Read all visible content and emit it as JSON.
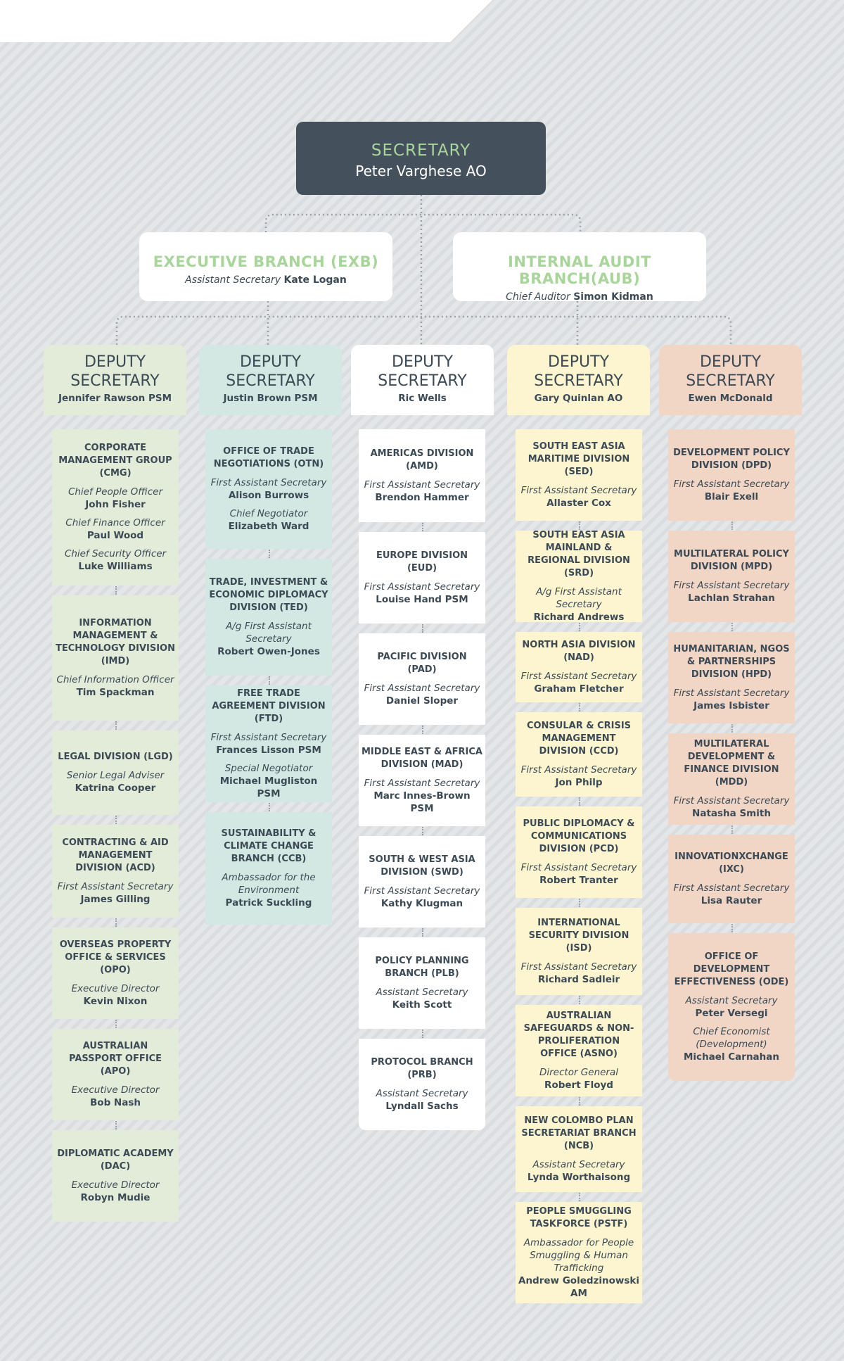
{
  "secretary": {
    "title": "SECRETARY",
    "name": "Peter Varghese AO"
  },
  "branches": [
    {
      "title": "EXECUTIVE BRANCH (EXB)",
      "role": "Assistant Secretary",
      "name": "Kate Logan"
    },
    {
      "title": "INTERNAL AUDIT BRANCH(AUB)",
      "role": "Chief Auditor",
      "name": "Simon Kidman"
    }
  ],
  "deputies": [
    {
      "title": "DEPUTY SECRETARY",
      "name": "Jennifer Rawson PSM",
      "color": "#e3ebd9"
    },
    {
      "title": "DEPUTY SECRETARY",
      "name": "Justin Brown PSM",
      "color": "#d3e8e2"
    },
    {
      "title": "DEPUTY SECRETARY",
      "name": "Ric Wells",
      "color": "#ffffff"
    },
    {
      "title": "DEPUTY SECRETARY",
      "name": "Gary Quinlan AO",
      "color": "#fcf5cf"
    },
    {
      "title": "DEPUTY SECRETARY",
      "name": "Ewen McDonald",
      "color": "#f1d6c6"
    }
  ],
  "columns": [
    [
      {
        "name": "CORPORATE MANAGEMENT GROUP (CMG)",
        "people": [
          {
            "role": "Chief People Officer",
            "person": "John Fisher"
          },
          {
            "role": "Chief Finance Officer",
            "person": "Paul Wood"
          },
          {
            "role": "Chief Security Officer",
            "person": "Luke Williams"
          }
        ]
      },
      {
        "name": "INFORMATION MANAGEMENT & TECHNOLOGY DIVISION (IMD)",
        "people": [
          {
            "role": "Chief Information Officer",
            "person": "Tim Spackman"
          }
        ]
      },
      {
        "name": "LEGAL DIVISION (LGD)",
        "people": [
          {
            "role": "Senior Legal Adviser",
            "person": "Katrina Cooper"
          }
        ]
      },
      {
        "name": "CONTRACTING & AID MANAGEMENT DIVISION (ACD)",
        "people": [
          {
            "role": "First Assistant Secretary",
            "person": "James Gilling"
          }
        ]
      },
      {
        "name": "OVERSEAS PROPERTY OFFICE & SERVICES (OPO)",
        "people": [
          {
            "role": "Executive Director",
            "person": "Kevin Nixon"
          }
        ]
      },
      {
        "name": "AUSTRALIAN PASSPORT OFFICE (APO)",
        "people": [
          {
            "role": "Executive Director",
            "person": "Bob Nash"
          }
        ]
      },
      {
        "name": "DIPLOMATIC ACADEMY (DAC)",
        "people": [
          {
            "role": "Executive Director",
            "person": "Robyn Mudie"
          }
        ]
      }
    ],
    [
      {
        "name": "OFFICE OF TRADE NEGOTIATIONS (OTN)",
        "people": [
          {
            "role": "First Assistant Secretary",
            "person": "Alison Burrows"
          },
          {
            "role": "Chief Negotiator",
            "person": "Elizabeth Ward"
          }
        ]
      },
      {
        "name": "TRADE, INVESTMENT & ECONOMIC DIPLOMACY DIVISION (TED)",
        "people": [
          {
            "role": "A/g First Assistant Secretary",
            "person": "Robert Owen-Jones"
          }
        ]
      },
      {
        "name": "FREE TRADE AGREEMENT DIVISION (FTD)",
        "people": [
          {
            "role": "First Assistant Secretary",
            "person": "Frances Lisson PSM"
          },
          {
            "role": "Special Negotiator",
            "person": "Michael Mugliston PSM"
          }
        ]
      },
      {
        "name": "SUSTAINABILITY & CLIMATE CHANGE BRANCH (CCB)",
        "people": [
          {
            "role": "Ambassador for the Environment",
            "person": "Patrick Suckling"
          }
        ]
      }
    ],
    [
      {
        "name": "AMERICAS DIVISION (AMD)",
        "people": [
          {
            "role": "First Assistant Secretary",
            "person": "Brendon Hammer"
          }
        ]
      },
      {
        "name": "EUROPE DIVISION (EUD)",
        "people": [
          {
            "role": "First Assistant Secretary",
            "person": "Louise Hand PSM"
          }
        ]
      },
      {
        "name": "PACIFIC DIVISION (PAD)",
        "people": [
          {
            "role": "First Assistant Secretary",
            "person": "Daniel Sloper"
          }
        ]
      },
      {
        "name": "MIDDLE EAST & AFRICA DIVISION (MAD)",
        "people": [
          {
            "role": "First Assistant Secretary",
            "person": "Marc Innes-Brown PSM"
          }
        ]
      },
      {
        "name": "SOUTH & WEST ASIA DIVISION (SWD)",
        "people": [
          {
            "role": "First Assistant Secretary",
            "person": "Kathy Klugman"
          }
        ]
      },
      {
        "name": "POLICY PLANNING BRANCH (PLB)",
        "people": [
          {
            "role": "Assistant Secretary",
            "person": "Keith Scott"
          }
        ]
      },
      {
        "name": "PROTOCOL BRANCH (PRB)",
        "people": [
          {
            "role": "Assistant Secretary",
            "person": "Lyndall Sachs"
          }
        ]
      }
    ],
    [
      {
        "name": "SOUTH EAST ASIA MARITIME DIVISION (SED)",
        "people": [
          {
            "role": "First Assistant Secretary",
            "person": "Allaster Cox"
          }
        ]
      },
      {
        "name": "SOUTH EAST ASIA MAINLAND & REGIONAL DIVISION (SRD)",
        "people": [
          {
            "role": "A/g First Assistant Secretary",
            "person": "Richard Andrews"
          }
        ]
      },
      {
        "name": "NORTH ASIA DIVISION (NAD)",
        "people": [
          {
            "role": "First Assistant Secretary",
            "person": "Graham Fletcher"
          }
        ]
      },
      {
        "name": "CONSULAR & CRISIS MANAGEMENT DIVISION (CCD)",
        "people": [
          {
            "role": "First Assistant Secretary",
            "person": "Jon Philp"
          }
        ]
      },
      {
        "name": "PUBLIC DIPLOMACY & COMMUNICATIONS DIVISION (PCD)",
        "people": [
          {
            "role": "First Assistant Secretary",
            "person": "Robert Tranter"
          }
        ]
      },
      {
        "name": "INTERNATIONAL SECURITY DIVISION (ISD)",
        "people": [
          {
            "role": "First Assistant Secretary",
            "person": "Richard Sadleir"
          }
        ]
      },
      {
        "name": "AUSTRALIAN SAFEGUARDS & NON-PROLIFERATION OFFICE (ASNO)",
        "people": [
          {
            "role": "Director General",
            "person": "Robert Floyd"
          }
        ]
      },
      {
        "name": "NEW COLOMBO PLAN SECRETARIAT BRANCH (NCB)",
        "people": [
          {
            "role": "Assistant Secretary",
            "person": "Lynda Worthaisong"
          }
        ]
      },
      {
        "name": "PEOPLE SMUGGLING TASKFORCE (PSTF)",
        "people": [
          {
            "role": "Ambassador for People Smuggling & Human Trafficking",
            "person": "Andrew Goledzinowski AM"
          }
        ]
      }
    ],
    [
      {
        "name": "DEVELOPMENT POLICY DIVISION (DPD)",
        "people": [
          {
            "role": "First Assistant Secretary",
            "person": "Blair Exell"
          }
        ]
      },
      {
        "name": "MULTILATERAL POLICY DIVISION (MPD)",
        "people": [
          {
            "role": "First Assistant Secretary",
            "person": "Lachlan Strahan"
          }
        ]
      },
      {
        "name": "HUMANITARIAN, NGOS & PARTNERSHIPS DIVISION (HPD)",
        "people": [
          {
            "role": "First Assistant Secretary",
            "person": "James Isbister"
          }
        ]
      },
      {
        "name": "MULTILATERAL DEVELOPMENT & FINANCE DIVISION (MDD)",
        "people": [
          {
            "role": "First Assistant Secretary",
            "person": "Natasha Smith"
          }
        ]
      },
      {
        "name": "INNOVATIONXCHANGE (IXC)",
        "people": [
          {
            "role": "First Assistant Secretary",
            "person": "Lisa Rauter"
          }
        ]
      },
      {
        "name": "OFFICE OF DEVELOPMENT EFFECTIVENESS (ODE)",
        "people": [
          {
            "role": "Assistant Secretary",
            "person": "Peter Versegi"
          },
          {
            "role": "Chief Economist (Development)",
            "person": "Michael Carnahan"
          }
        ]
      }
    ]
  ]
}
